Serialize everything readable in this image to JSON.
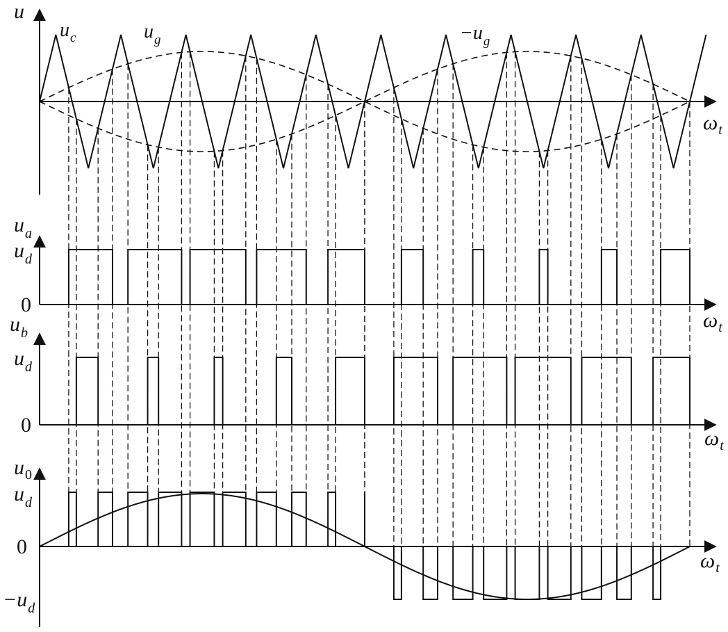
{
  "labels": {
    "u": "u",
    "uc_main": "u",
    "uc_sub": "c",
    "ug_main": "u",
    "ug_sub": "g",
    "neg_ug_main": "−u",
    "neg_ug_sub": "g",
    "omega_main": "ω",
    "omega_sub": "t",
    "ua_main": "u",
    "ua_sub": "a",
    "ub_main": "u",
    "ub_sub": "b",
    "u0_main": "u",
    "u0_sub": "0",
    "ud_main": "u",
    "ud_sub": "d",
    "neg_ud_main": "−u",
    "neg_ud_sub": "d",
    "zero": "0"
  },
  "params": {
    "carrier_periods": 10,
    "modulation_index": 0.75,
    "reference_cycles": 1
  }
}
